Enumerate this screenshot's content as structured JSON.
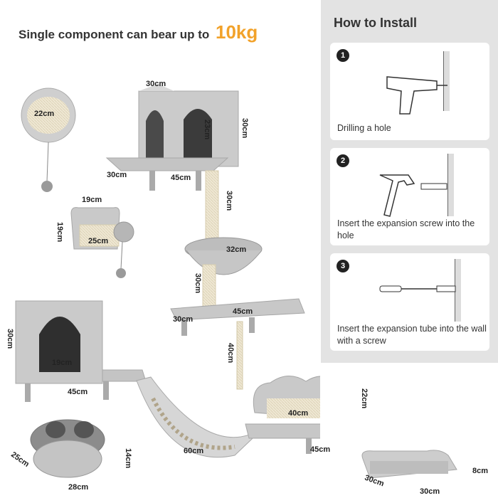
{
  "headline": {
    "text": "Single component can bear up to",
    "highlight": "10kg"
  },
  "dims": {
    "house_top_width": "30cm",
    "house_top_depth": "30cm",
    "house_top_platform": "45cm",
    "house_top_height": "30cm",
    "house_top_door": "23cm",
    "ball_bed_diameter": "22cm",
    "post_upper": "30cm",
    "small_perch_width": "19cm",
    "small_perch_height": "19cm",
    "small_perch_pad": "25cm",
    "hammock_diameter": "32cm",
    "post_lower": "30cm",
    "mid_platform_width": "45cm",
    "mid_platform_depth": "30cm",
    "rope_length": "40cm",
    "house_low_height": "30cm",
    "house_low_door": "19cm",
    "house_low_platform": "45cm",
    "bridge_length": "60cm",
    "cloud_scratcher_width": "40cm",
    "cloud_scratcher_height": "22cm",
    "cloud_platform_width": "45cm",
    "cave_depth": "25cm",
    "cave_height": "14cm",
    "cave_width": "28cm",
    "bed_width": "30cm",
    "bed_depth": "30cm",
    "bed_height": "8cm"
  },
  "install": {
    "title": "How to Install",
    "steps": [
      {
        "num": "1",
        "text": "Drilling a hole"
      },
      {
        "num": "2",
        "text": "Insert the expansion screw into the hole"
      },
      {
        "num": "3",
        "text": "Insert the expansion tube into the wall with a screw"
      }
    ]
  },
  "colors": {
    "highlight": "#f2a22a",
    "panel": "#e3e3e3",
    "fur": "#c9c9c9",
    "sisal": "#ede6d2"
  }
}
